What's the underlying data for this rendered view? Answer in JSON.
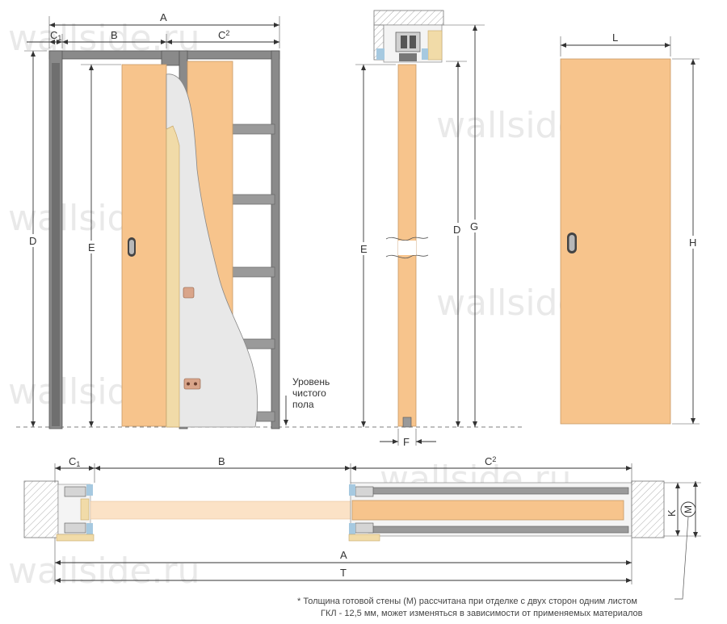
{
  "watermark": "wallside.ru",
  "front_view": {
    "dims": {
      "A": "A",
      "B": "B",
      "C1": "C",
      "C1_sub": "1",
      "C2": "C",
      "C2_sub": "2",
      "D": "D",
      "E": "E"
    },
    "floor_label": [
      "Уровень",
      "чистого",
      "пола"
    ]
  },
  "side_view": {
    "dims": {
      "E": "E",
      "D": "D",
      "G": "G",
      "F": "F"
    }
  },
  "door_view": {
    "dims": {
      "L": "L",
      "H": "H"
    }
  },
  "plan_view": {
    "dims": {
      "C1": "C",
      "C1_sub": "1",
      "B": "B",
      "C2": "C",
      "C2_sub": "2",
      "A": "A",
      "T": "T",
      "K": "K",
      "M": "M"
    }
  },
  "footnote": {
    "line1": "* Толщина готовой стены (M) рассчитана при отделке с двух сторон одним листом",
    "line2": "ГКЛ - 12,5 мм, может изменяться в зависимости от применяемых материалов"
  },
  "colors": {
    "door": "#f7c48c",
    "frame": "#8a8a8a",
    "gypsum": "#e6e6e6",
    "line": "#333333"
  }
}
